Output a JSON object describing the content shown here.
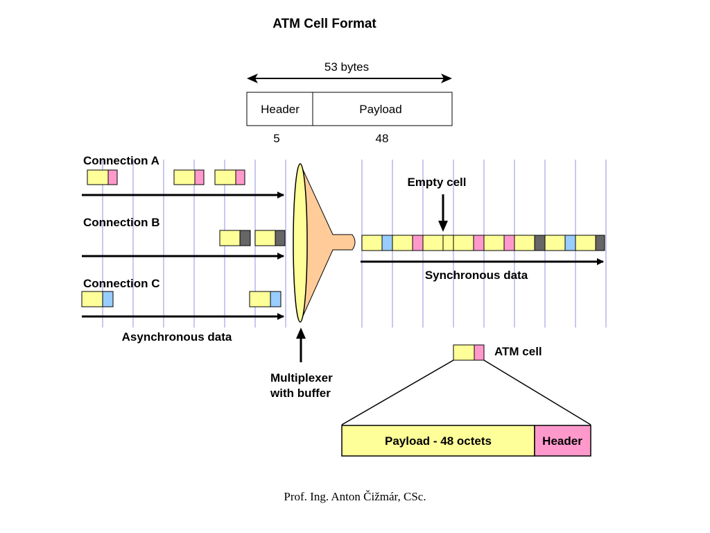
{
  "title": "ATM Cell Format",
  "cell_format": {
    "size_label": "53 bytes",
    "header_label": "Header",
    "payload_label": "Payload",
    "header_bytes": "5",
    "payload_bytes": "48"
  },
  "connections": [
    {
      "label": "Connection A"
    },
    {
      "label": "Connection B"
    },
    {
      "label": "Connection C"
    }
  ],
  "async_label": "Asynchronous data",
  "sync_label": "Synchronous data",
  "empty_cell_label": "Empty cell",
  "multiplexer_label": [
    "Multiplexer",
    "with buffer"
  ],
  "atm_cell_label": "ATM cell",
  "detail": {
    "payload_label": "Payload - 48 octets",
    "header_label": "Header"
  },
  "footer": "Prof. Ing. Anton Čižmár, CSc.",
  "colors": {
    "payload": "#ffff99",
    "header_a": "#ff99cc",
    "header_b": "#666666",
    "header_c": "#99ccff",
    "funnel": "#ffcc99",
    "gridline": "#c8c8f0"
  }
}
